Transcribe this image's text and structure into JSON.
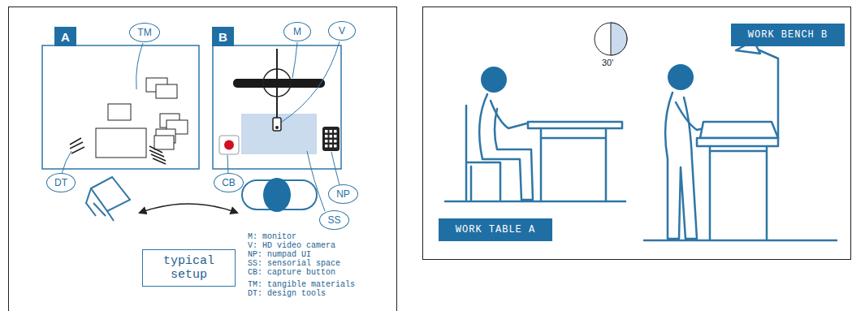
{
  "diagram": {
    "nodes": [
      {
        "text": [
          "A"
        ]
      },
      {
        "text": [
          "B"
        ]
      },
      {
        "text": [
          "TM"
        ]
      },
      {
        "text": [
          "M"
        ]
      },
      {
        "text": [
          "V"
        ]
      },
      {
        "text": [
          "DT"
        ]
      },
      {
        "text": [
          "CB"
        ]
      },
      {
        "text": [
          "NP"
        ]
      },
      {
        "text": [
          "SS"
        ]
      },
      {
        "text": [
          "typical setup"
        ]
      },
      {
        "text": [
          "WORK BENCH B"
        ]
      },
      {
        "text": [
          "WORK TABLE A"
        ]
      }
    ],
    "labels": [
      "M: monitor",
      "V: HD video camera",
      "NP: numpad UI",
      "SS: sensorial space",
      "CB: capture button",
      "TM: tangible materials",
      "DT: design tools",
      "30'"
    ]
  }
}
